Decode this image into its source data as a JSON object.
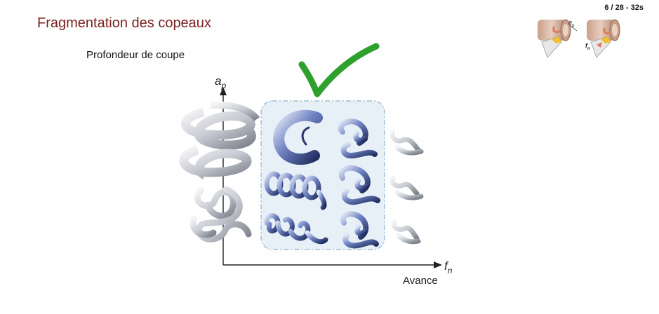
{
  "slide": {
    "counter": "6 / 28 - 32s",
    "title": "Fragmentation des copeaux",
    "subtitle": "Profondeur de coupe"
  },
  "axes": {
    "y_label_main": "a",
    "y_label_sub": "p",
    "x_label_main": "f",
    "x_label_sub": "n",
    "x_caption": "Avance"
  },
  "thumbnails": [
    {
      "label_main": "a",
      "label_sub": "p"
    },
    {
      "label_main": "f",
      "label_sub": "n"
    }
  ],
  "colors": {
    "title": "#7a1f1f",
    "checkmark": "#2ea02e",
    "highlight_border": "#8fb3cc",
    "highlight_fill": "#e8f0f7",
    "chip_blue": "#3c4f8c",
    "chip_grey": "#b8bcc4"
  },
  "icons": [
    "checkmark-icon",
    "workpiece-depth-icon",
    "workpiece-feed-icon"
  ]
}
